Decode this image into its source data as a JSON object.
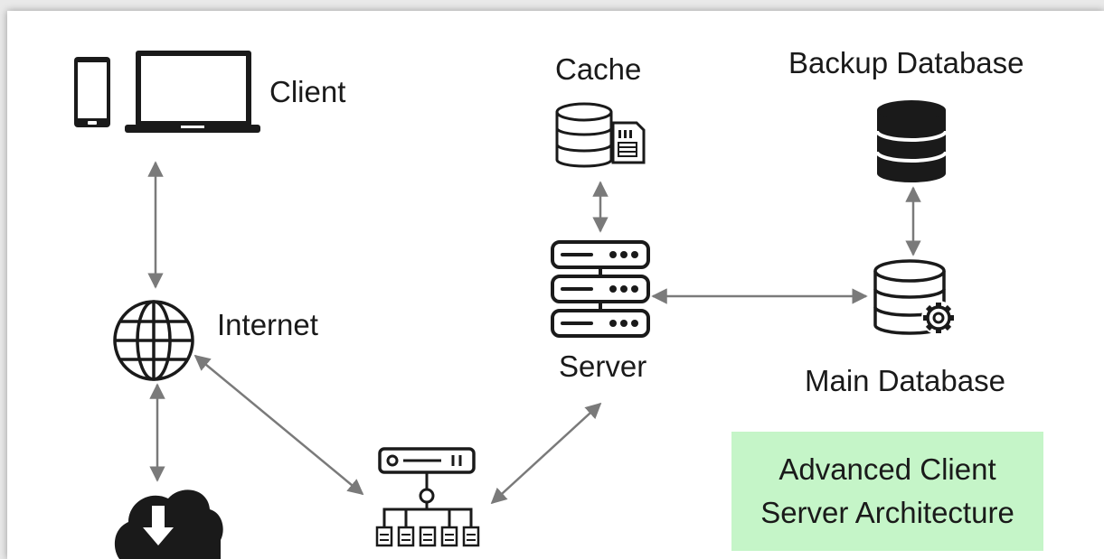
{
  "nodes": {
    "client": "Client",
    "cache": "Cache",
    "backup_database": "Backup Database",
    "internet": "Internet",
    "server": "Server",
    "main_database": "Main Database"
  },
  "note": {
    "line1": "Advanced Client",
    "line2": "Server Architecture",
    "color": "#c5f5c8"
  },
  "colors": {
    "arrow": "#7a7a7a",
    "icon": "#1a1a1a"
  },
  "icons": [
    "phone-icon",
    "laptop-icon",
    "cache-database-icon",
    "memory-card-icon",
    "backup-database-icon",
    "globe-icon",
    "server-rack-icon",
    "main-database-icon",
    "gear-icon",
    "network-switch-icon",
    "cloud-download-icon"
  ]
}
